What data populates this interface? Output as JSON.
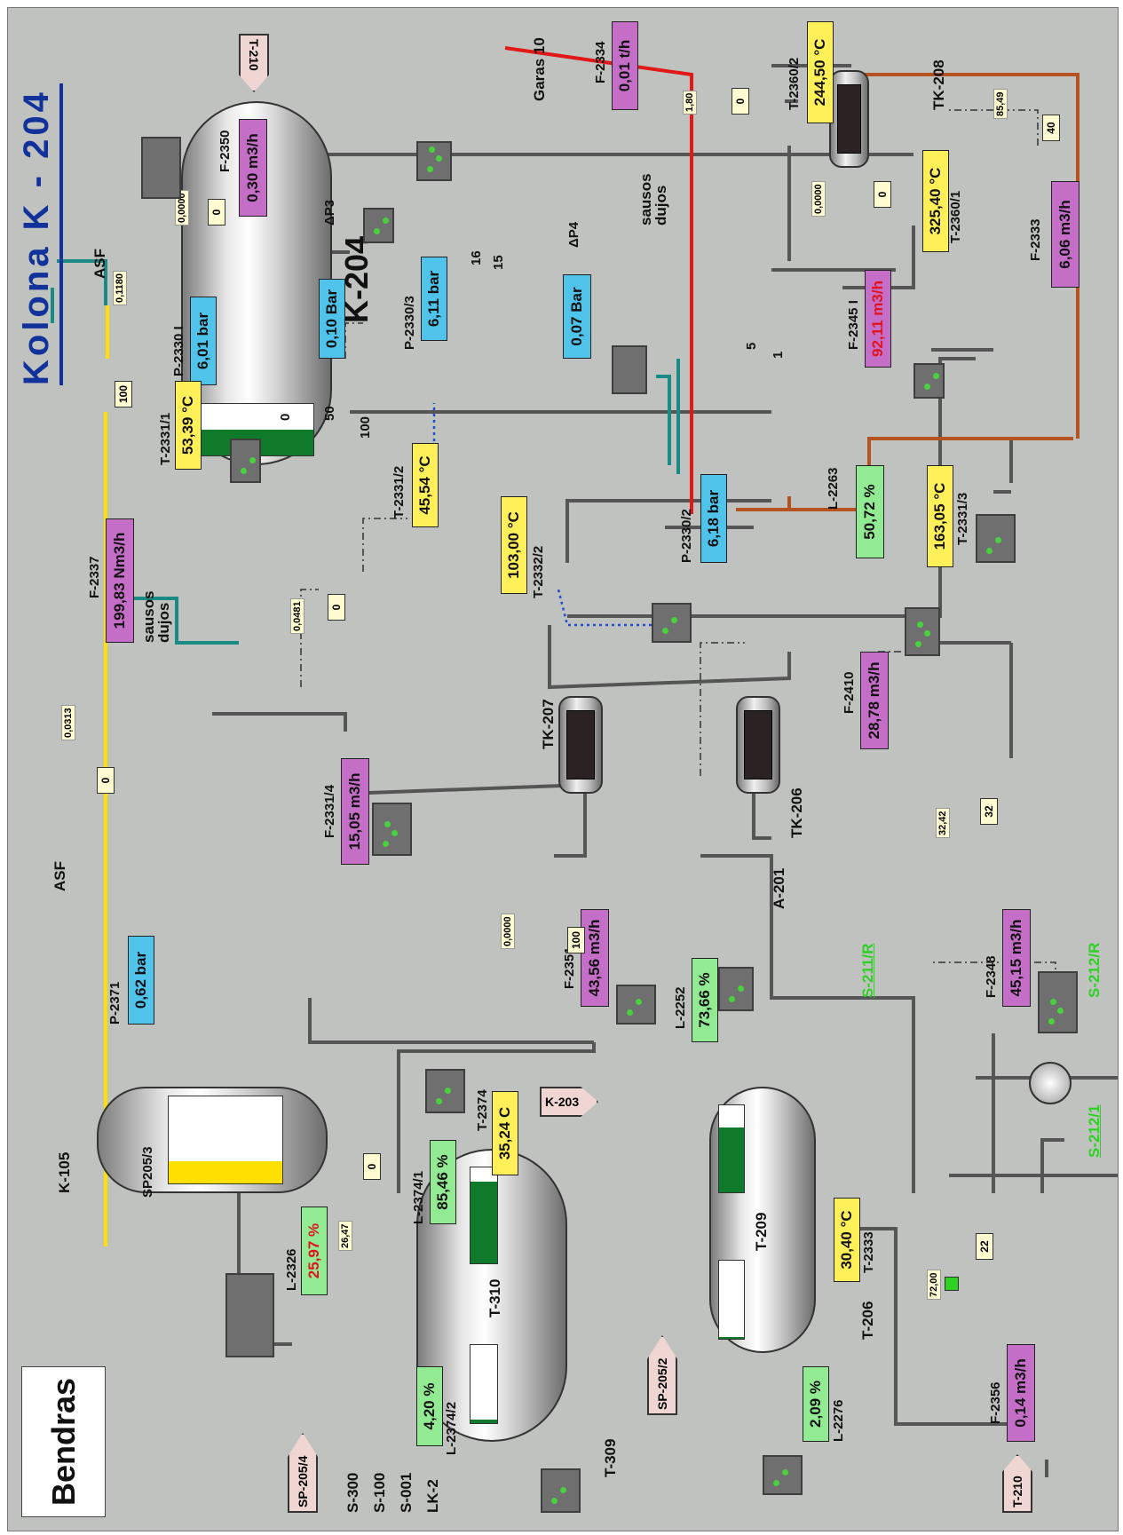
{
  "title": "Kolona K - 204",
  "corner_label": "Bendras",
  "column": {
    "name": "K-204",
    "scale": [
      "100",
      "50",
      "0"
    ],
    "level_fraction": 0.5,
    "tray_labels": [
      "16",
      "15",
      "5",
      "1"
    ]
  },
  "tags": {
    "t2350": {
      "tag": "F-2350",
      "value": "0,30 m3/h"
    },
    "p2330": {
      "tag": "P-2330 I",
      "value": "6,01 bar"
    },
    "dp3": {
      "tag": "ΔP3",
      "value": "0,10 Bar"
    },
    "p23303": {
      "tag": "P-2330/3",
      "value": "6,11 bar"
    },
    "dp4": {
      "tag": "ΔP4",
      "value": "0,07 Bar"
    },
    "f2334": {
      "tag": "F-2334",
      "value": "0,01 t/h"
    },
    "t23602": {
      "tag": "T-2360/2",
      "value": "244,50 °C"
    },
    "t23601": {
      "tag": "T-2360/1",
      "value": "325,40 °C"
    },
    "f2345": {
      "tag": "F-2345 I",
      "value": "92,11 m3/h"
    },
    "f2333": {
      "tag": "F-2333",
      "value": "6,06 m3/h"
    },
    "t23311": {
      "tag": "T-2331/1",
      "value": "53,39 °C"
    },
    "t23312": {
      "tag": "T-2331/2",
      "value": "45,54 °C"
    },
    "t23322": {
      "tag": "T-2332/2",
      "value": "103,00 °C"
    },
    "p23302": {
      "tag": "P-2330/2",
      "value": "6,18 bar"
    },
    "l2263": {
      "tag": "L-2263",
      "value": "50,72 %"
    },
    "t23313": {
      "tag": "T-2331/3",
      "value": "163,05 °C"
    },
    "f2337": {
      "tag": "F-2337",
      "value": "199,83 Nm3/h"
    },
    "f23314": {
      "tag": "F-2331/4",
      "value": "15,05 m3/h"
    },
    "f2410": {
      "tag": "F-2410",
      "value": "28,78 m3/h"
    },
    "p2371": {
      "tag": "P-2371",
      "value": "0,62 bar"
    },
    "l2326": {
      "tag": "L-2326",
      "value": "25,97 %"
    },
    "f2351": {
      "tag": "F-2351",
      "value": "43,56 m3/h"
    },
    "f2348": {
      "tag": "F-2348",
      "value": "45,15 m3/h"
    },
    "l23741": {
      "tag": "L-2374/1",
      "value": "85,46 %"
    },
    "t2374": {
      "tag": "T-2374",
      "value": "35,24 C"
    },
    "l2252": {
      "tag": "L-2252",
      "value": "73,66 %"
    },
    "t2333": {
      "tag": "T-2333",
      "value": "30,40 °C"
    },
    "l23742": {
      "tag": "L-2374/2",
      "value": "4,20 %"
    },
    "l2276": {
      "tag": "L-2276",
      "value": "2,09 %"
    },
    "f2356": {
      "tag": "F-2356",
      "value": "0,14 m3/h"
    }
  },
  "valves": {
    "v2350": {
      "pos": "0",
      "out": "0,0000"
    },
    "v2330": {
      "pos": "100",
      "out": "0,1180"
    },
    "v2334": {
      "pos": "0",
      "out": "1,80"
    },
    "v2360": {
      "pos": "0",
      "out": "0,0000"
    },
    "v2333": {
      "pos": "40",
      "out": "85,49"
    },
    "v2331": {
      "pos": "0",
      "out": "0,0481"
    },
    "v2337": {
      "pos": "0",
      "out": "0,0313"
    },
    "v2351": {
      "pos": "100",
      "out": "0,0000"
    },
    "v2410": {
      "pos": "32",
      "out": "32,42"
    },
    "v2326": {
      "pos": "0",
      "out": "26,47"
    },
    "v2356": {
      "pos": "22",
      "out": "72,00"
    }
  },
  "labels": {
    "asf1": "ASF",
    "asf2": "ASF",
    "garas10": "Garas 10",
    "sausos1": "sausos",
    "dujos1": "dujos",
    "sausos2": "sausos",
    "dujos2": "dujos",
    "k105": "K-105",
    "k203": "K-203",
    "a201": "A-201",
    "t210top": "T-210",
    "t210bot": "T-210",
    "sp2054": "SP-205/4",
    "sp2052": "SP-205/2",
    "t309": "T-309",
    "t206": "T-206",
    "s300": "S-300",
    "s100": "S-100",
    "s001": "S-001",
    "lk2": "LK-2",
    "s211r": "S-211/R",
    "s212r": "S-212/R",
    "s2121": "S-212/1"
  },
  "equipment": {
    "tk208": "TK-208",
    "tk207": "TK-207",
    "tk206": "TK-206",
    "sp2053": "SP205/3",
    "t310": "T-310",
    "t209": "T-209"
  },
  "vessel_levels": {
    "sp2053": 0.26,
    "t310_top": 0.85,
    "t310_bot": 0.04,
    "t209_top": 0.74,
    "t209_bot": 0.02
  },
  "colors": {
    "background": "#c0c2bf",
    "flow": "#c56ec8",
    "temperature": "#fff05a",
    "pressure": "#4fc3ea",
    "level": "#92ea92",
    "green_line": "#1a8a84",
    "yellow_line": "#ffe000",
    "red_line": "#e01818",
    "brown_line": "#b5521f",
    "status_green": "#2cd122"
  }
}
